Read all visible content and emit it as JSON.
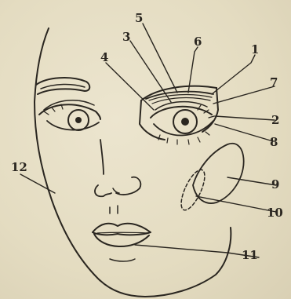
{
  "colors": {
    "paper": "#e7dfc6",
    "ink": "#2a2620"
  },
  "labels": [
    "1",
    "2",
    "3",
    "4",
    "5",
    "6",
    "7",
    "8",
    "9",
    "10",
    "11",
    "12"
  ]
}
